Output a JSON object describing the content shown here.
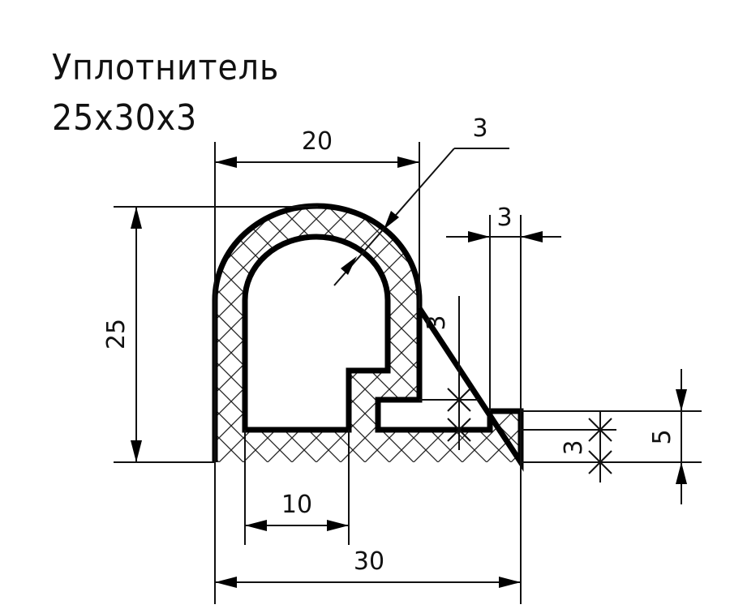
{
  "title": {
    "line1": "Уплотнитель",
    "line2": "25x30x3"
  },
  "dimensions": {
    "top_width": "20",
    "wall_top": "3",
    "flange_wall": "3",
    "inner_step": "3",
    "height": "25",
    "bottom_thickness": "3",
    "flange_height": "5",
    "inner_width": "10",
    "total_width": "30"
  }
}
